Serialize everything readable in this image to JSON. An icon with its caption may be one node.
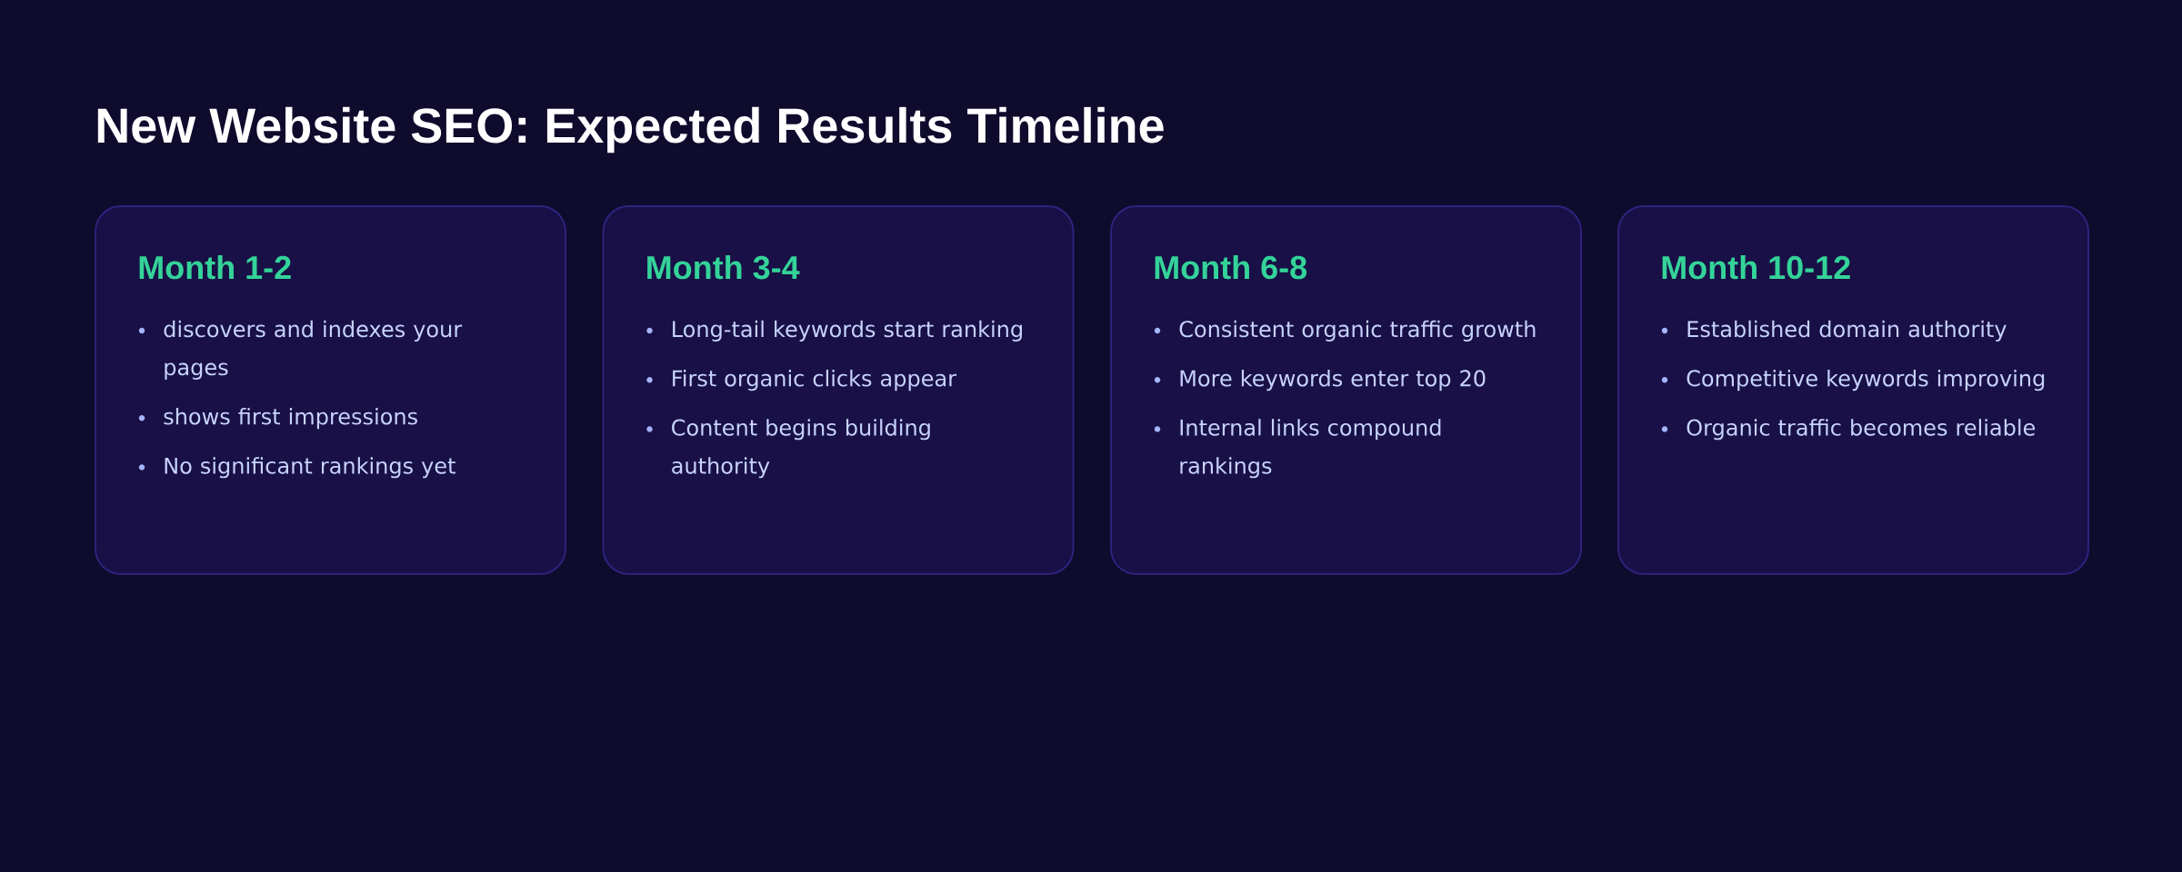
{
  "diagram": {
    "title": "New Website SEO: Expected Results Timeline",
    "nodes": [
      {
        "text": [
          "Month 1-2",
          "discovers and indexes your pages",
          "shows first impressions",
          "No significant rankings yet"
        ]
      },
      {
        "text": [
          "Month 3-4",
          "Long-tail keywords start ranking",
          "First organic clicks appear",
          "Content begins building authority"
        ]
      },
      {
        "text": [
          "Month 6-8",
          "Consistent organic traffic growth",
          "More keywords enter top 20",
          "Internal links compound rankings"
        ]
      },
      {
        "text": [
          "Month 10-12",
          "Established domain authority",
          "Competitive keywords improving",
          "Organic traffic becomes reliable"
        ]
      }
    ]
  }
}
